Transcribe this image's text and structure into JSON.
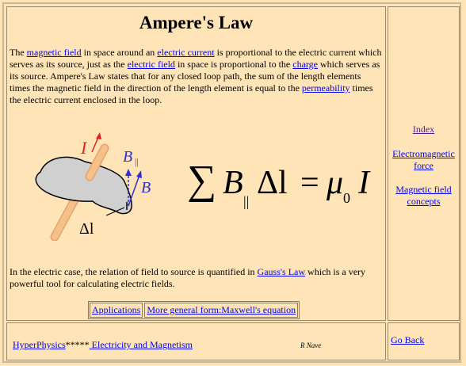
{
  "title": "Ampere's Law",
  "intro": {
    "t1": "The ",
    "link1": "magnetic field",
    "t2": " in space around an ",
    "link2": "electric current",
    "t3": " is proportional to the electric current which serves as its source, just as the ",
    "link3": "electric field",
    "t4": " in space is proportional to the ",
    "link4": "charge",
    "t5": " which serves as its source. Ampere's Law states that for any closed loop path, the sum of the length elements times the magnetic field in the direction of the length element is equal to the ",
    "link5": "permeability",
    "t6": " times the electric current enclosed in the loop."
  },
  "diagram": {
    "label_current": "I",
    "label_bpar": "B",
    "label_bpar_sub": "||",
    "label_b": "B",
    "label_dl": "Δl",
    "colors": {
      "loop": "#d0d0d0",
      "wire": "#f5c08a",
      "current_arrow": "#e02020",
      "field_arrow": "#3030d0"
    }
  },
  "equation": {
    "sum": "∑",
    "b": "B",
    "sub": "||",
    "dl": "Δl",
    "eq": "=",
    "mu": "μ",
    "mu_sub": "0",
    "i": "I"
  },
  "gauss": {
    "t1": "In the electric case, the relation of field to source is quantified in ",
    "link": "Gauss's Law",
    "t2": " which is a very powerful tool for calculating electric fields."
  },
  "nav": {
    "applications": "Applications",
    "maxwell": "More general form:Maxwell's equation"
  },
  "sidebar": {
    "index": "Index",
    "electromagnetic_force": "Electromagnetic force",
    "magnetic_field_concepts": "Magnetic field concepts"
  },
  "footer": {
    "hyperphysics": "HyperPhysics",
    "stars": "*****",
    "section": " Electricity and Magnetism",
    "author": "R Nave",
    "go_back": "Go Back"
  }
}
